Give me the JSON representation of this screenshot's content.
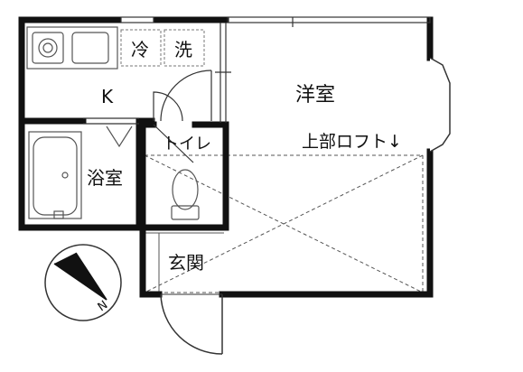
{
  "rooms": {
    "kitchen": "K",
    "fridge": "冷",
    "washer": "洗",
    "western_room": "洋室",
    "loft_note": "上部ロフト↓",
    "bath": "浴室",
    "toilet": "トイレ",
    "entrance": "玄関"
  },
  "compass": {
    "north_label": "N"
  },
  "colors": {
    "wall": "#111111",
    "fixture": "#555555",
    "hatch": "#bbbbbb"
  }
}
